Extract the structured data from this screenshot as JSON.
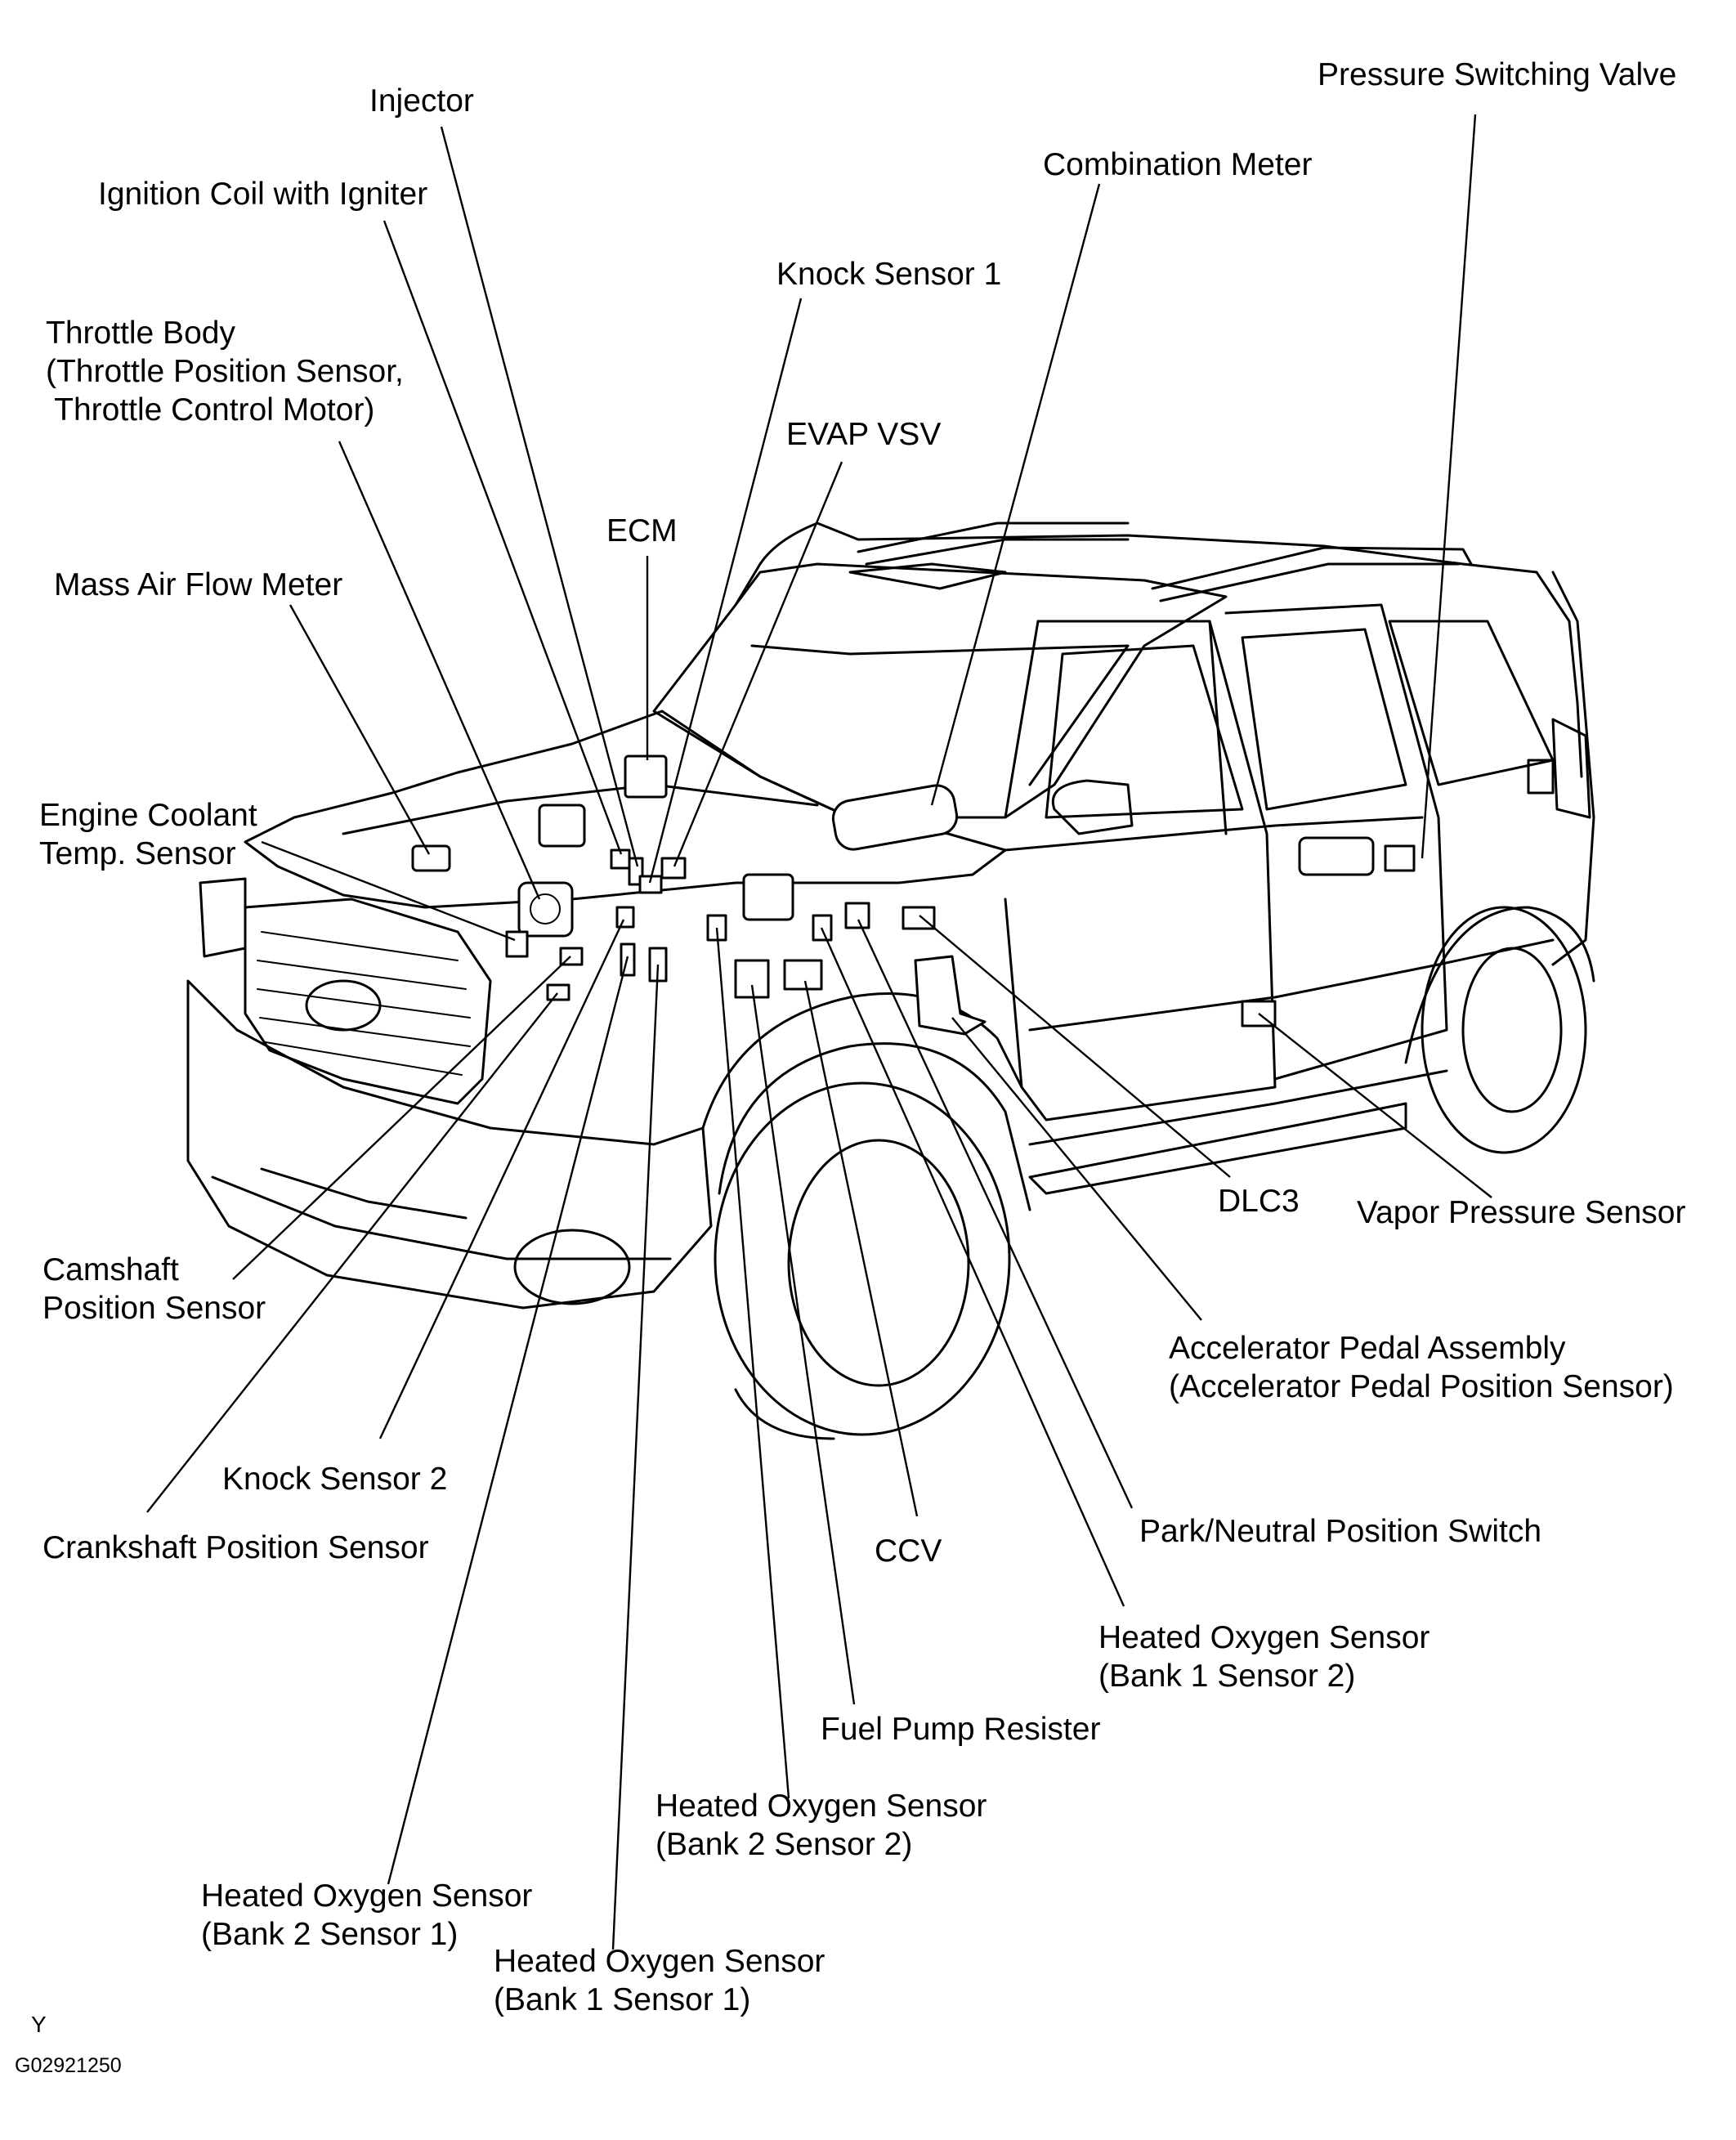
{
  "labels": {
    "pressure_switching_valve": "Pressure Switching Valve",
    "injector": "Injector",
    "combination_meter": "Combination Meter",
    "ignition_coil": "Ignition Coil with Igniter",
    "knock_sensor_1": "Knock Sensor 1",
    "throttle_body": [
      "Throttle Body",
      "(Throttle Position Sensor,",
      " Throttle Control Motor)"
    ],
    "evap_vsv": "EVAP VSV",
    "ecm": "ECM",
    "mass_air_flow_meter": "Mass Air Flow Meter",
    "engine_coolant_temp_sensor": [
      "Engine Coolant",
      "Temp. Sensor"
    ],
    "dlc3": "DLC3",
    "vapor_pressure_sensor": "Vapor Pressure Sensor",
    "camshaft_position_sensor": [
      "Camshaft",
      "Position Sensor"
    ],
    "accelerator_pedal_assembly": [
      "Accelerator Pedal Assembly",
      "(Accelerator Pedal Position Sensor)"
    ],
    "knock_sensor_2": "Knock Sensor 2",
    "crankshaft_position_sensor": "Crankshaft Position Sensor",
    "ccv": "CCV",
    "park_neutral_position_switch": "Park/Neutral Position Switch",
    "ho2s_bank1_sensor2": [
      "Heated Oxygen Sensor",
      "(Bank 1 Sensor 2)"
    ],
    "fuel_pump_resister": "Fuel Pump Resister",
    "ho2s_bank2_sensor2": [
      "Heated Oxygen Sensor",
      "(Bank 2 Sensor 2)"
    ],
    "ho2s_bank2_sensor1": [
      "Heated Oxygen Sensor",
      "(Bank 2 Sensor 1)"
    ],
    "ho2s_bank1_sensor1": [
      "Heated Oxygen Sensor",
      "(Bank 1 Sensor 1)"
    ]
  },
  "footer": {
    "letter": "Y",
    "figure_code": "G02921250"
  }
}
